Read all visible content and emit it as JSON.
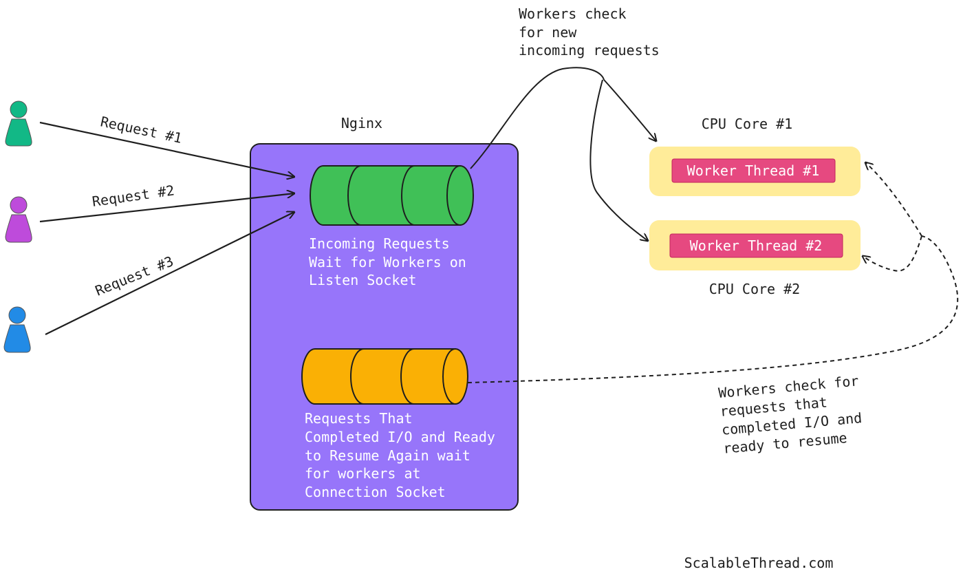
{
  "nginx": {
    "title": "Nginx",
    "listen_queue_caption": [
      "Incoming Requests",
      "Wait for Workers on",
      "Listen Socket"
    ],
    "connection_queue_caption": [
      "Requests That",
      "Completed I/O and Ready",
      "to Resume Again wait",
      "for workers at",
      "Connection Socket"
    ]
  },
  "clients": [
    {
      "request_label": "Request #1",
      "color": "#12b886"
    },
    {
      "request_label": "Request #2",
      "color": "#be4bdb"
    },
    {
      "request_label": "Request #3",
      "color": "#228be6"
    }
  ],
  "cores": [
    {
      "label": "CPU Core #1",
      "worker": "Worker Thread #1"
    },
    {
      "label": "CPU Core #2",
      "worker": "Worker Thread #2"
    }
  ],
  "annotations": {
    "new_requests": [
      "Workers check",
      "for new",
      "incoming requests"
    ],
    "completed_io": [
      "Workers check for",
      "requests that",
      "completed I/O and",
      "ready to resume"
    ]
  },
  "footer": "ScalableThread.com",
  "colors": {
    "nginx_box": "#9775fa",
    "listen_queue": "#40c057",
    "connection_queue": "#fab005",
    "core_box": "#ffec99",
    "worker_badge": "#e64980"
  }
}
